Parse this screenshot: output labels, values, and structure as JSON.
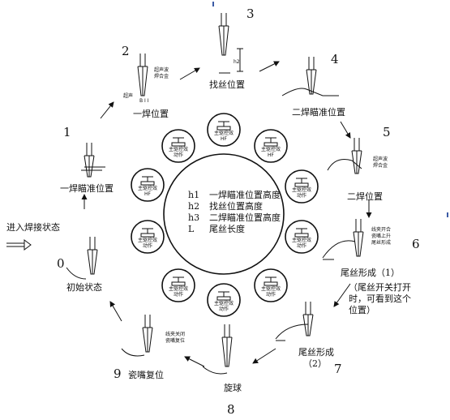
{
  "accent": "#3b5ba5",
  "center_legend": [
    {
      "code": "h1",
      "desc": "一焊瞄准位置高度"
    },
    {
      "code": "h2",
      "desc": "找丝位置高度"
    },
    {
      "code": "h3",
      "desc": "二焊瞄准位置高度"
    },
    {
      "code": "L",
      "desc": "尾丝长度"
    }
  ],
  "small_circle_text": [
    "主驱控效",
    "动作"
  ],
  "small_circle_text_h": [
    "主驱控效",
    "HF"
  ],
  "states": [
    {
      "num": "0",
      "label": "初始状态"
    },
    {
      "num": "1",
      "label": "一焊瞄准位置"
    },
    {
      "num": "2",
      "label": "一焊位置"
    },
    {
      "num": "3",
      "label": "找丝位置"
    },
    {
      "num": "4",
      "label": "二焊瞄准位置"
    },
    {
      "num": "5",
      "label": "二焊位置"
    },
    {
      "num": "6",
      "label": "尾丝形成（1）"
    },
    {
      "num": "7",
      "label": "尾丝形成",
      "label2": "（2）"
    },
    {
      "num": "8",
      "label": "旋球"
    },
    {
      "num": "9",
      "label": "瓷嘴复位"
    }
  ],
  "entry_label": "进入焊接状态",
  "side_notes": {
    "s6": [
      "（尾丝开关打开",
      "时，可看到这个",
      "位置）"
    ],
    "s6_small": [
      "线夹开合",
      "瓷嘴上升",
      "尾丝形成"
    ],
    "s9_small": [
      "线夹关闭",
      "瓷嘴复位"
    ],
    "s2_small": [
      "超声波",
      "焊合金"
    ],
    "s5_small": [
      "超声波",
      "焊合金"
    ],
    "s2_left": "超声",
    "s2_b": "B I I"
  }
}
